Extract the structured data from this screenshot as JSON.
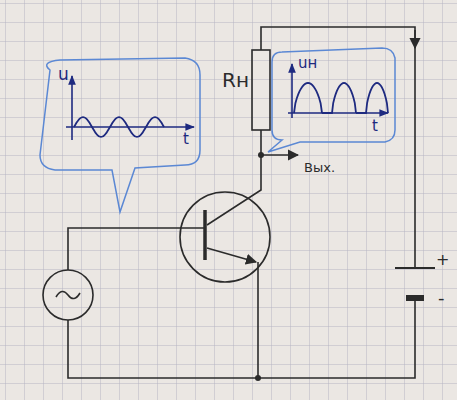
{
  "diagram": {
    "labels": [
      "u",
      "t",
      "Rн",
      "uн",
      "t",
      "Вых.",
      "+",
      "-"
    ]
  }
}
